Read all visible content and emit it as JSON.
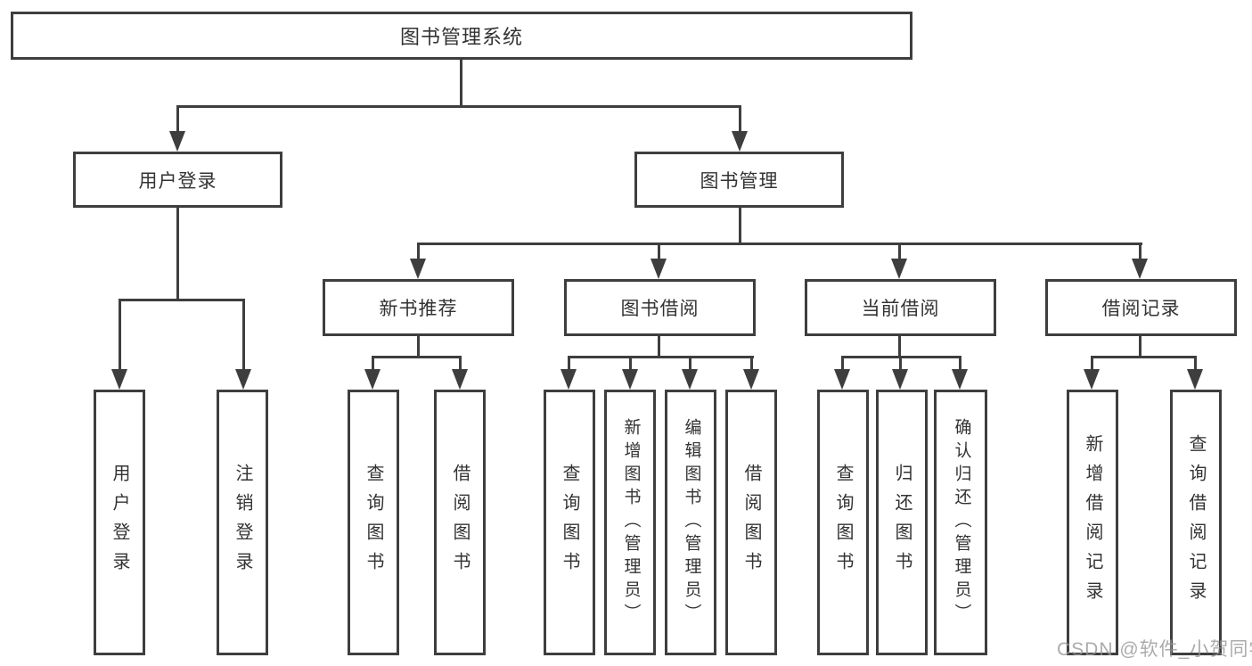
{
  "tree": {
    "label": "图书管理系统",
    "children": [
      {
        "label": "用户登录",
        "children": [
          {
            "label": "用户登录"
          },
          {
            "label": "注销登录"
          }
        ]
      },
      {
        "label": "图书管理",
        "children": [
          {
            "label": "新书推荐",
            "children": [
              {
                "label": "查询图书"
              },
              {
                "label": "借阅图书"
              }
            ]
          },
          {
            "label": "图书借阅",
            "children": [
              {
                "label": "查询图书"
              },
              {
                "label": "新增图书（管理员）"
              },
              {
                "label": "编辑图书（管理员）"
              },
              {
                "label": "借阅图书"
              }
            ]
          },
          {
            "label": "当前借阅",
            "children": [
              {
                "label": "查询图书"
              },
              {
                "label": "归还图书"
              },
              {
                "label": "确认归还（管理员）"
              }
            ]
          },
          {
            "label": "借阅记录",
            "children": [
              {
                "label": "新增借阅记录"
              },
              {
                "label": "查询借阅记录"
              }
            ]
          }
        ]
      }
    ]
  },
  "watermark": "CSDN @软件_小贺同学",
  "colors": {
    "line": "#3e3e3e",
    "text": "#333333",
    "background": "#ffffff",
    "watermark": "#969696"
  }
}
